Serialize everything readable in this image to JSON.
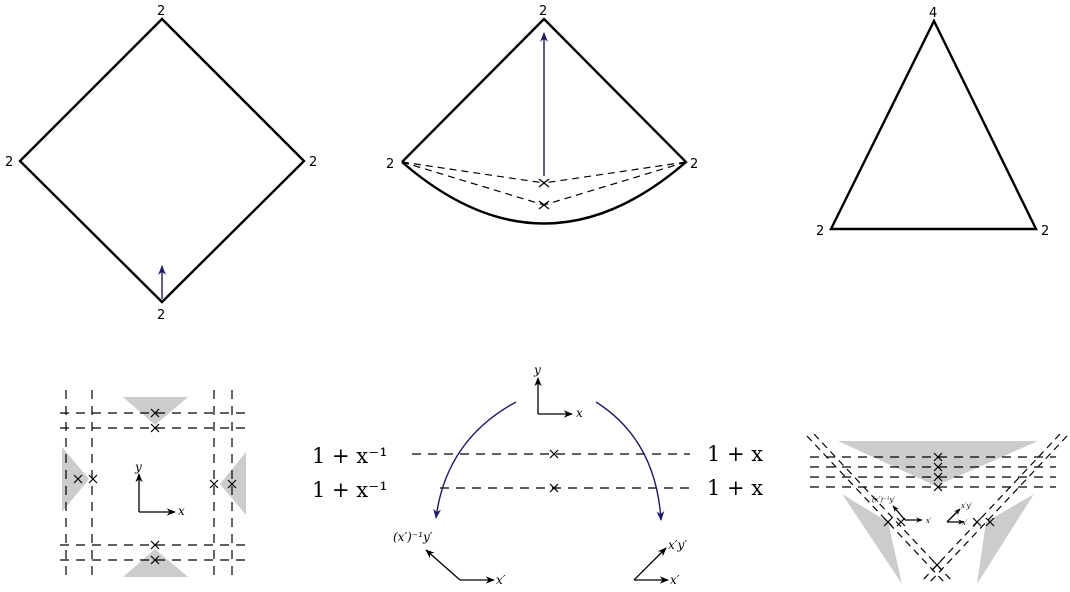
{
  "panels": {
    "square": {
      "labels": [
        "2",
        "2",
        "2",
        "2"
      ]
    },
    "fan": {
      "labels": [
        "2",
        "2",
        "2"
      ]
    },
    "triangle": {
      "labels": [
        "4",
        "2",
        "2"
      ]
    },
    "box": {
      "axes": {
        "y": "y",
        "x": "x"
      }
    },
    "walls": {
      "left_top": "1 + x⁻¹",
      "left_bottom": "1 + x⁻¹",
      "right_top": "1 + x",
      "right_bottom": "1 + x",
      "top_axes": {
        "y": "y",
        "x": "x"
      },
      "bottom_left_axes": {
        "y": "(x′)⁻¹y′",
        "x": "x′"
      },
      "bottom_right_axes": {
        "y": "x′y′",
        "x": "x′"
      }
    },
    "wedge": {
      "left_axes": {
        "y": "(x′)⁻¹y′",
        "x": "x′"
      },
      "right_axes": {
        "y": "x′y′",
        "x": "x′"
      }
    }
  },
  "colors": {
    "arrow": "#1d1a6e",
    "shade": "#cccccc"
  }
}
